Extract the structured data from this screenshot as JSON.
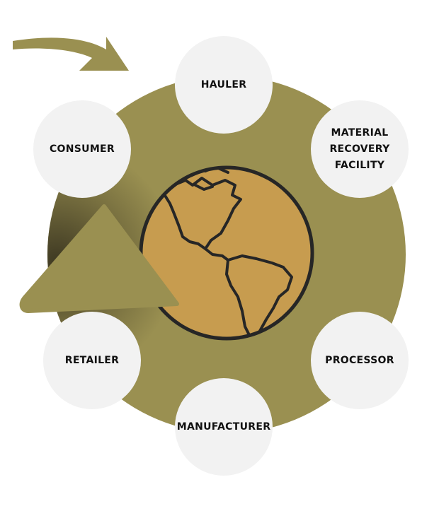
{
  "colors": {
    "ring": "#9a9051",
    "ring_shadow": "#3a3520",
    "globe": "#c79c4f",
    "globe_outline": "#262626",
    "node_fill": "#f2f2f2",
    "label": "#111111",
    "arrow": "#9a9051"
  },
  "icons": [
    "globe-americas-icon",
    "curved-arrow-icon",
    "triangle-arrow-icon"
  ],
  "nodes": {
    "hauler": "HAULER",
    "mrf": "MATERIAL\nRECOVERY\nFACILITY",
    "processor": "PROCESSOR",
    "manufacturer": "MANUFACTURER",
    "retailer": "RETAILER",
    "consumer": "CONSUMER"
  }
}
